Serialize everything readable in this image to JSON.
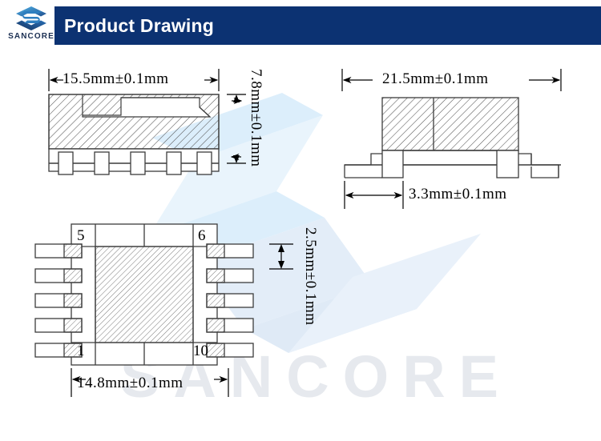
{
  "header": {
    "title": "Product Drawing",
    "bar_color": "#0c3272",
    "title_color": "#ffffff"
  },
  "logo": {
    "wordmark": "SANCORE",
    "icon": "sancore-s-logo-icon",
    "color_dark": "#1b2f52",
    "color_light": "#3aa0dc"
  },
  "watermark": {
    "text": "SANCORE",
    "text_color": "#e4e7ec",
    "logo_color": "#d9eaf7"
  },
  "drawing": {
    "views": {
      "front": {
        "name": "front-cross-section-view"
      },
      "side": {
        "name": "side-cross-section-view"
      },
      "bottom": {
        "name": "bottom-plan-view"
      }
    },
    "dimensions": {
      "front_width": "15.5mm±0.1mm",
      "front_height": "7.8mm±0.1mm",
      "side_width": "21.5mm±0.1mm",
      "side_pin_offset": "3.3mm±0.1mm",
      "bottom_pin_pitch": "2.5mm±0.1mm",
      "bottom_width": "14.8mm±0.1mm"
    },
    "pin_numbers": {
      "top_left": "5",
      "top_right": "6",
      "bottom_left": "1",
      "bottom_right": "10"
    },
    "line_color": "#3c3c3c",
    "hatch_color": "#555555"
  }
}
